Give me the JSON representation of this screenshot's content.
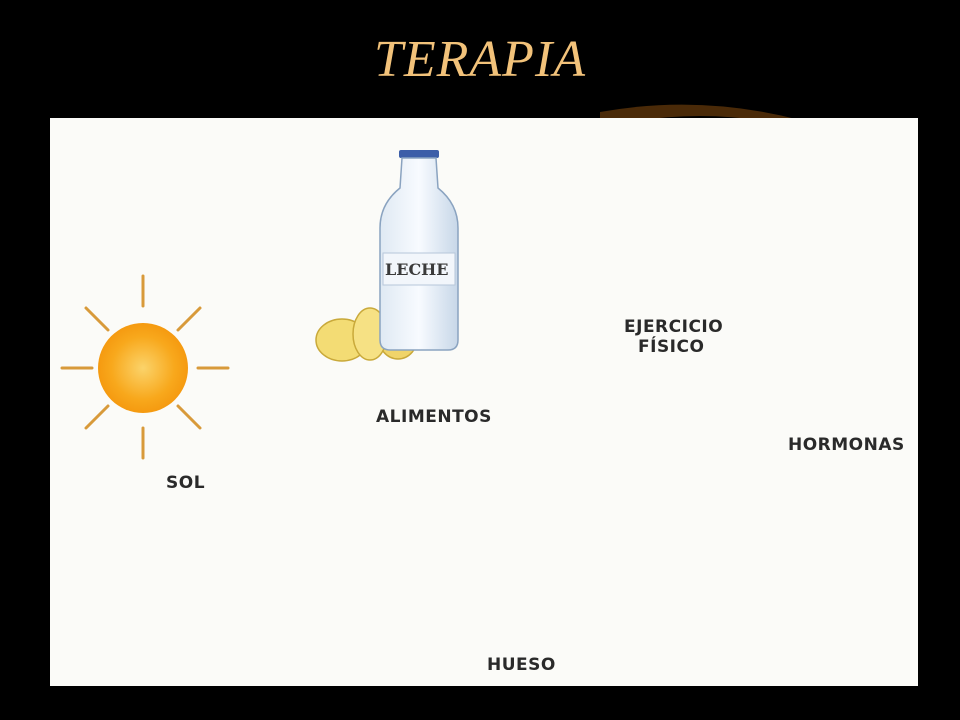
{
  "slide": {
    "title": "TERAPIA"
  },
  "diagram": {
    "labels": {
      "sun": "SOL",
      "food": "ALIMENTOS",
      "milk": "LECHE",
      "exercise_line1": "EJERCICIO",
      "exercise_line2": "FÍSICO",
      "hormones": "HORMONAS",
      "bone": "HUESO"
    },
    "colors": {
      "title": "#f2c27a",
      "arrow": "#7a1010",
      "arrow_head": "#c0141c",
      "bone_fill": "#f8f5c4",
      "bone_outline": "#d8cc72",
      "sun_core": "#f8a81c",
      "sun_ray": "#d89a3a",
      "skin": "#f4c9a3"
    },
    "icons": [
      "sun-icon",
      "milk-bottle-icon",
      "eggs-icon",
      "yogurt-glass-icon",
      "fish-icon",
      "runner-icon",
      "bone-icon"
    ]
  }
}
